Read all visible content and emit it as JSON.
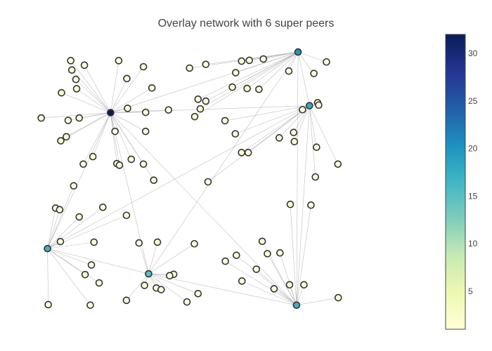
{
  "chart_data": {
    "type": "scatter",
    "title": "Overlay network with 6 super peers",
    "grid": false,
    "legend": "colorbar-right",
    "x_range": [
      0,
      100
    ],
    "y_range": [
      0,
      100
    ],
    "colorbar": {
      "range": [
        1,
        32
      ],
      "ticks": [
        5,
        10,
        15,
        20,
        25,
        30
      ],
      "colorscale": [
        "#ffffd9",
        "#edf8b1",
        "#c7e9b4",
        "#7fcdbb",
        "#41b6c4",
        "#1d91c0",
        "#225ea8",
        "#253494",
        "#081d58"
      ]
    },
    "edge_color": "#aaaaaa",
    "node_outline": "#333333",
    "super_peers": [
      {
        "x": 21.4,
        "y": 75.8,
        "degree": 32
      },
      {
        "x": 72.2,
        "y": 98.4,
        "degree": 20
      },
      {
        "x": 75.3,
        "y": 78.4,
        "degree": 18
      },
      {
        "x": 4.3,
        "y": 25.1,
        "degree": 17
      },
      {
        "x": 31.7,
        "y": 15.7,
        "degree": 15
      },
      {
        "x": 71.8,
        "y": 4.0,
        "degree": 17
      }
    ],
    "super_links": [
      [
        0,
        1
      ],
      [
        0,
        2
      ],
      [
        0,
        3
      ],
      [
        0,
        4
      ],
      [
        0,
        5
      ],
      [
        1,
        2
      ],
      [
        1,
        5
      ],
      [
        1,
        4
      ],
      [
        2,
        3
      ],
      [
        2,
        5
      ],
      [
        3,
        4
      ],
      [
        4,
        5
      ]
    ],
    "peers": [
      {
        "x": 10.6,
        "y": 95.2,
        "p": 0
      },
      {
        "x": 10.9,
        "y": 91.7,
        "p": 0
      },
      {
        "x": 14.3,
        "y": 93.5,
        "p": 0
      },
      {
        "x": 23.6,
        "y": 95.2,
        "p": 0
      },
      {
        "x": 30.3,
        "y": 92.9,
        "p": 0
      },
      {
        "x": 12.0,
        "y": 88.2,
        "p": 0
      },
      {
        "x": 25.8,
        "y": 88.5,
        "p": 0
      },
      {
        "x": 8.1,
        "y": 83.2,
        "p": 0
      },
      {
        "x": 12.2,
        "y": 84.7,
        "p": 0
      },
      {
        "x": 32.6,
        "y": 85.0,
        "p": 0
      },
      {
        "x": 26.0,
        "y": 77.4,
        "p": 0
      },
      {
        "x": 30.9,
        "y": 75.9,
        "p": 0
      },
      {
        "x": 37.1,
        "y": 76.8,
        "p": 0
      },
      {
        "x": 2.6,
        "y": 73.8,
        "p": 0
      },
      {
        "x": 9.9,
        "y": 72.9,
        "p": 0
      },
      {
        "x": 12.9,
        "y": 73.8,
        "p": 0
      },
      {
        "x": 7.9,
        "y": 65.3,
        "p": 0
      },
      {
        "x": 9.4,
        "y": 66.8,
        "p": 0
      },
      {
        "x": 22.6,
        "y": 68.8,
        "p": 0
      },
      {
        "x": 30.9,
        "y": 68.8,
        "p": 0
      },
      {
        "x": 16.6,
        "y": 59.4,
        "p": 0
      },
      {
        "x": 14.0,
        "y": 56.6,
        "p": 0
      },
      {
        "x": 23.1,
        "y": 56.8,
        "p": 0
      },
      {
        "x": 23.8,
        "y": 56.2,
        "p": 0
      },
      {
        "x": 27.0,
        "y": 58.4,
        "p": 0
      },
      {
        "x": 30.3,
        "y": 56.6,
        "p": 0
      },
      {
        "x": 33.1,
        "y": 50.6,
        "p": 0
      },
      {
        "x": 42.8,
        "y": 92.4,
        "p": 1
      },
      {
        "x": 47.2,
        "y": 93.8,
        "p": 1
      },
      {
        "x": 56.9,
        "y": 95.0,
        "p": 1
      },
      {
        "x": 59.0,
        "y": 95.3,
        "p": 1
      },
      {
        "x": 62.8,
        "y": 95.8,
        "p": 1
      },
      {
        "x": 55.3,
        "y": 90.7,
        "p": 1
      },
      {
        "x": 69.7,
        "y": 91.3,
        "p": 1
      },
      {
        "x": 79.9,
        "y": 94.7,
        "p": 1
      },
      {
        "x": 76.5,
        "y": 90.4,
        "p": 1
      },
      {
        "x": 54.4,
        "y": 85.3,
        "p": 1
      },
      {
        "x": 58.4,
        "y": 84.8,
        "p": 1
      },
      {
        "x": 61.6,
        "y": 84.5,
        "p": 1
      },
      {
        "x": 45.1,
        "y": 80.8,
        "p": 1
      },
      {
        "x": 47.2,
        "y": 80.1,
        "p": 1
      },
      {
        "x": 45.7,
        "y": 77.2,
        "p": 1
      },
      {
        "x": 44.2,
        "y": 74.3,
        "p": 1
      },
      {
        "x": 73.4,
        "y": 76.9,
        "p": 2
      },
      {
        "x": 77.5,
        "y": 79.5,
        "p": 2
      },
      {
        "x": 77.8,
        "y": 78.6,
        "p": 2
      },
      {
        "x": 52.4,
        "y": 72.8,
        "p": 2
      },
      {
        "x": 55.2,
        "y": 67.9,
        "p": 2
      },
      {
        "x": 71.0,
        "y": 68.4,
        "p": 2
      },
      {
        "x": 67.1,
        "y": 66.4,
        "p": 2
      },
      {
        "x": 71.2,
        "y": 65.0,
        "p": 2
      },
      {
        "x": 77.2,
        "y": 62.9,
        "p": 2
      },
      {
        "x": 56.9,
        "y": 60.9,
        "p": 2
      },
      {
        "x": 58.7,
        "y": 60.9,
        "p": 2
      },
      {
        "x": 83.0,
        "y": 56.6,
        "p": 2
      },
      {
        "x": 76.9,
        "y": 51.8,
        "p": 2
      },
      {
        "x": 47.8,
        "y": 50.0,
        "p": 2
      },
      {
        "x": 11.4,
        "y": 48.5,
        "p": 3
      },
      {
        "x": 6.5,
        "y": 40.2,
        "p": 3
      },
      {
        "x": 7.6,
        "y": 39.6,
        "p": 3
      },
      {
        "x": 12.9,
        "y": 36.9,
        "p": 3
      },
      {
        "x": 19.3,
        "y": 40.5,
        "p": 3
      },
      {
        "x": 25.7,
        "y": 37.5,
        "p": 3
      },
      {
        "x": 7.8,
        "y": 27.7,
        "p": 3
      },
      {
        "x": 16.9,
        "y": 27.5,
        "p": 3
      },
      {
        "x": 16.2,
        "y": 19.0,
        "p": 3
      },
      {
        "x": 14.5,
        "y": 15.4,
        "p": 3
      },
      {
        "x": 18.3,
        "y": 12.3,
        "p": 3
      },
      {
        "x": 4.5,
        "y": 4.2,
        "p": 3
      },
      {
        "x": 15.9,
        "y": 4.0,
        "p": 3
      },
      {
        "x": 29.1,
        "y": 27.2,
        "p": 4
      },
      {
        "x": 34.1,
        "y": 27.5,
        "p": 4
      },
      {
        "x": 44.1,
        "y": 26.9,
        "p": 4
      },
      {
        "x": 38.5,
        "y": 15.5,
        "p": 4
      },
      {
        "x": 37.4,
        "y": 15.0,
        "p": 4
      },
      {
        "x": 30.6,
        "y": 11.4,
        "p": 4
      },
      {
        "x": 33.8,
        "y": 10.4,
        "p": 4
      },
      {
        "x": 35.1,
        "y": 9.8,
        "p": 4
      },
      {
        "x": 45.1,
        "y": 8.3,
        "p": 4
      },
      {
        "x": 42.1,
        "y": 5.2,
        "p": 4
      },
      {
        "x": 25.7,
        "y": 5.8,
        "p": 4
      },
      {
        "x": 70.1,
        "y": 41.6,
        "p": 5
      },
      {
        "x": 75.7,
        "y": 41.3,
        "p": 5
      },
      {
        "x": 62.5,
        "y": 27.8,
        "p": 5
      },
      {
        "x": 67.3,
        "y": 23.5,
        "p": 5
      },
      {
        "x": 63.9,
        "y": 23.2,
        "p": 5
      },
      {
        "x": 55.5,
        "y": 22.6,
        "p": 5
      },
      {
        "x": 52.5,
        "y": 20.4,
        "p": 5
      },
      {
        "x": 60.9,
        "y": 17.4,
        "p": 5
      },
      {
        "x": 57.0,
        "y": 13.0,
        "p": 5
      },
      {
        "x": 65.7,
        "y": 10.1,
        "p": 5
      },
      {
        "x": 69.9,
        "y": 11.6,
        "p": 5
      },
      {
        "x": 73.8,
        "y": 11.6,
        "p": 5
      },
      {
        "x": 83.1,
        "y": 6.8,
        "p": 5
      }
    ]
  }
}
